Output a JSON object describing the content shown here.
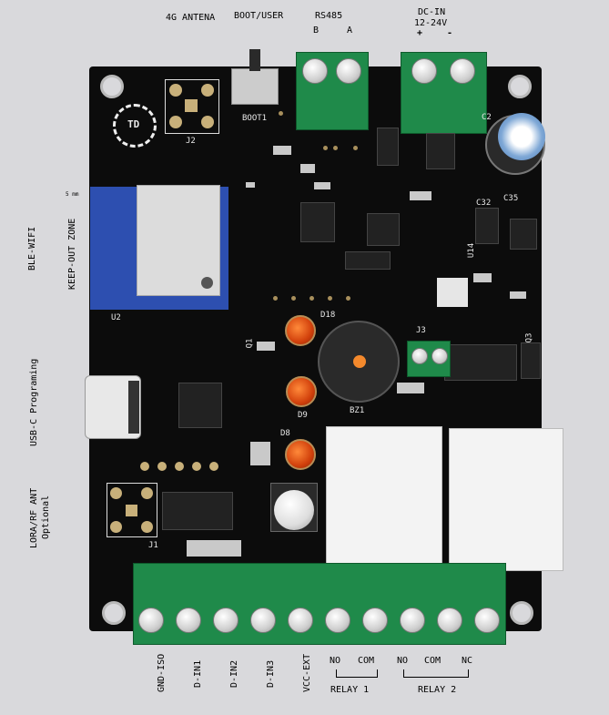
{
  "top_labels": {
    "antenna": "4G ANTENA",
    "boot": "BOOT/USER",
    "rs485": "RS485",
    "rs485_b": "B",
    "rs485_a": "A",
    "dcin": "DC-IN",
    "dcin_voltage": "12-24V",
    "dcin_plus": "+",
    "dcin_minus": "-"
  },
  "side_labels": {
    "ble_wifi": "BLE-WIFI",
    "keepout": "KEEP-OUT ZONE",
    "usb": "USB-C Programing",
    "lora": "LORA/RF ANT",
    "optional": "Optional"
  },
  "bottom_labels": {
    "pins": [
      "GND-ISO",
      "D-IN1",
      "D-IN2",
      "D-IN3",
      "VCC-EXT"
    ],
    "relay1_no": "NO",
    "relay1_com": "COM",
    "relay1": "RELAY 1",
    "relay2_no": "NO",
    "relay2_com": "COM",
    "relay2_nc": "NC",
    "relay2": "RELAY 2"
  },
  "silkscreen": {
    "logo": "TD",
    "j2": "J2",
    "boot1": "BOOT1",
    "c2": "C2",
    "c32": "C32",
    "c35": "C35",
    "u14": "U14",
    "u2": "U2",
    "d18": "D18",
    "q1": "Q1",
    "j3": "J3",
    "q3": "Q3",
    "d9": "D9",
    "bz1": "BZ1",
    "d8": "D8",
    "j1": "J1",
    "keepout_dim": "5 mm"
  },
  "colors": {
    "board": "#0c0c0c",
    "terminal": "#1f8a4a",
    "antenna_area": "#2d4fb0",
    "led": "#e0541a",
    "buzzer_dot": "#f4892c"
  }
}
